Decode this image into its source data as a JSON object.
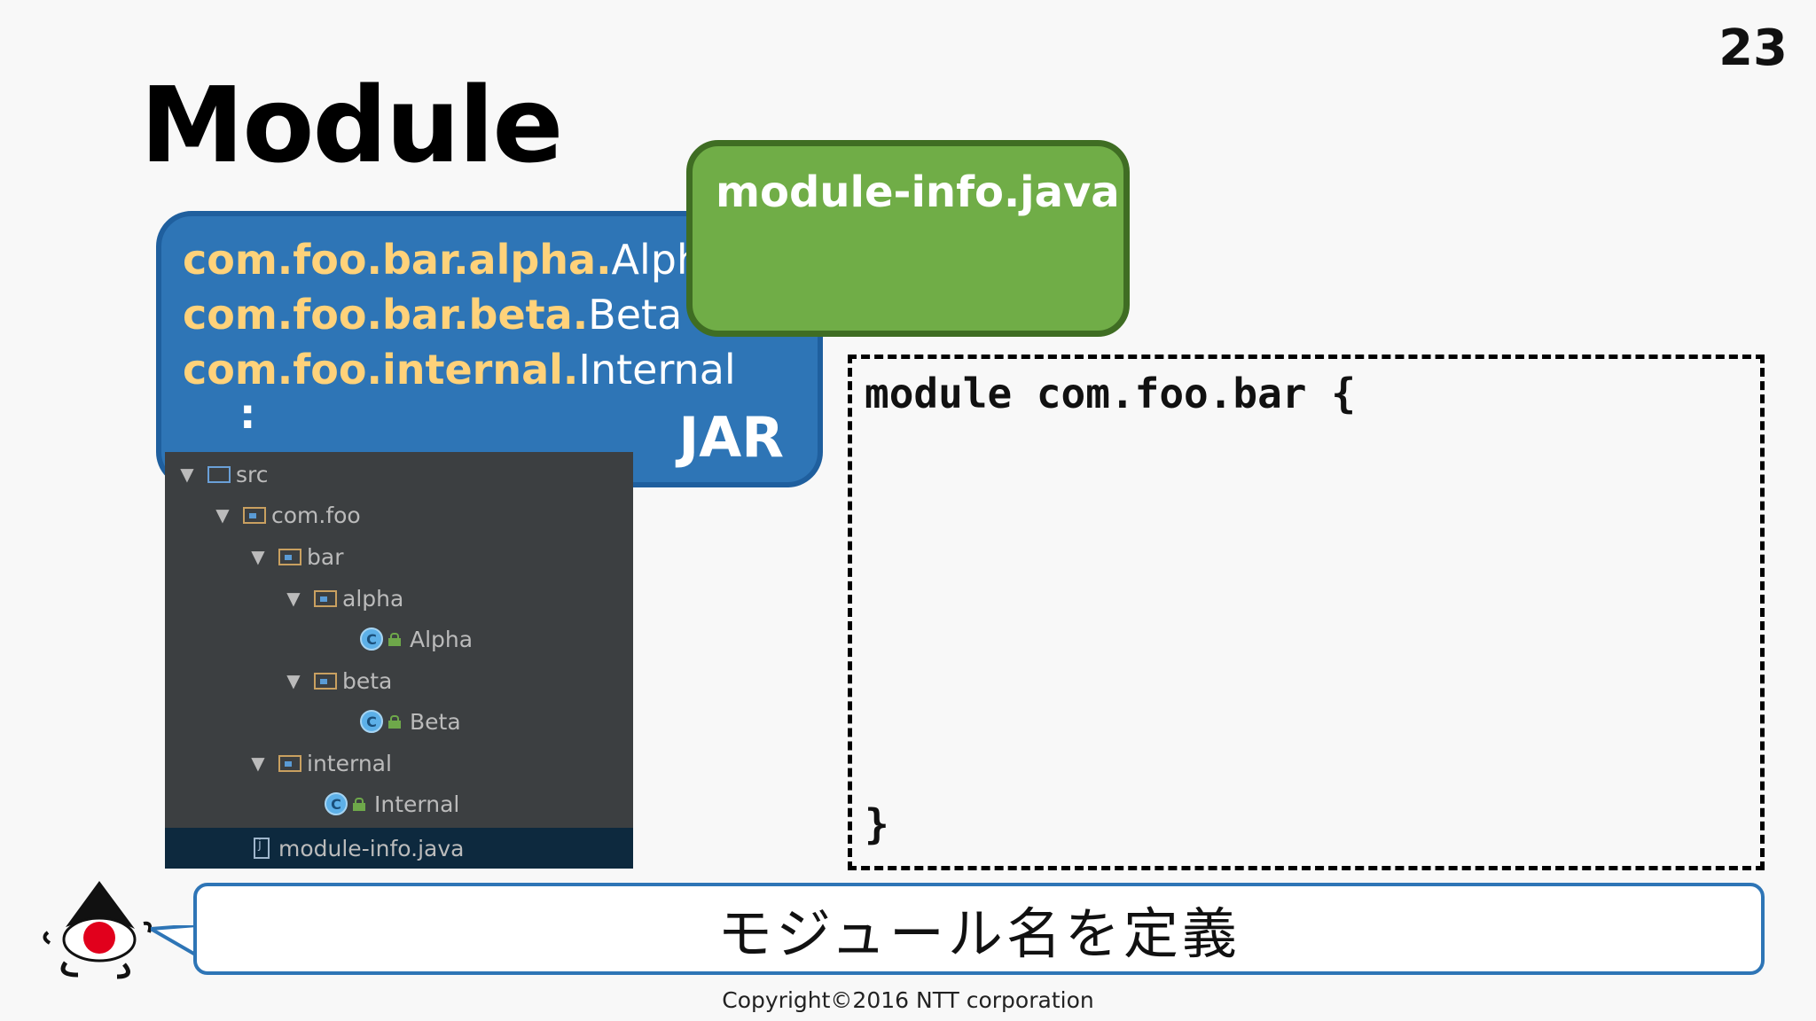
{
  "slide": {
    "number": "23",
    "title": "Module"
  },
  "jar": {
    "lines": [
      {
        "pkg": "com.foo.bar.alpha.",
        "cls": "Alpha"
      },
      {
        "pkg": "com.foo.bar.beta.",
        "cls": "Beta"
      },
      {
        "pkg": "com.foo.internal.",
        "cls": "Internal"
      }
    ],
    "ellipsis": ":",
    "label": "JAR"
  },
  "module_info_box": {
    "label": "module-info.java"
  },
  "tree": {
    "rows": [
      {
        "label": "src"
      },
      {
        "label": "com.foo"
      },
      {
        "label": "bar"
      },
      {
        "label": "alpha"
      },
      {
        "label": "Alpha",
        "icon_letter": "C"
      },
      {
        "label": "beta"
      },
      {
        "label": "Beta",
        "icon_letter": "C"
      },
      {
        "label": "internal"
      },
      {
        "label": "Internal",
        "icon_letter": "C"
      },
      {
        "label": "module-info.java"
      }
    ]
  },
  "code": {
    "line1": "module com.foo.bar {",
    "line2": "}"
  },
  "bubble": {
    "text": "モジュール名を定義"
  },
  "footer": {
    "copyright": "Copyright©2016  NTT corporation"
  },
  "colors": {
    "jar_blue": "#2e75b6",
    "module_green": "#70ad47",
    "package_text": "#ffd27a",
    "tree_bg": "#3c3f41"
  }
}
